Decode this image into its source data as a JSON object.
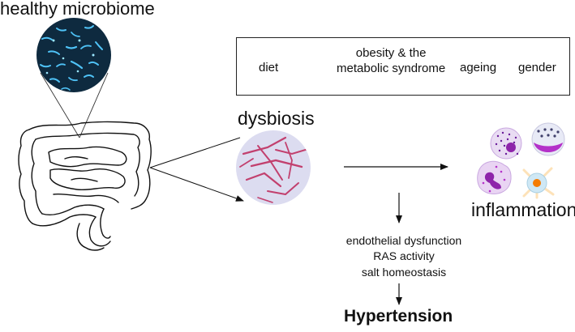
{
  "titles": {
    "healthy": "healthy microbiome",
    "dysbiosis": "dysbiosis"
  },
  "factors": {
    "diet": "diet",
    "obesity_line1": "obesity & the",
    "obesity_line2": "metabolic syndrome",
    "ageing": "ageing",
    "gender": "gender"
  },
  "outcome": {
    "inflammation": "inflammation",
    "mechanisms": [
      "endothelial dysfunction",
      "RAS activity",
      "salt homeostasis"
    ],
    "hypertension": "Hypertension"
  },
  "colors": {
    "healthy_bg": "#0e2a3f",
    "healthy_bacteria": "#4fc3f7",
    "dysbiosis_bg": "#dcdcf0",
    "dysbiosis_bacteria": "#c2406e",
    "cell_membrane": "#c9a8e0",
    "cell_nucleus": "#8e24aa",
    "cell_purple": "#b431c9",
    "cell_orange": "#f57c00"
  },
  "icons": [
    "intestine-icon",
    "healthy-microbiome-micrograph",
    "dysbiosis-micrograph",
    "immune-cell-icons"
  ]
}
